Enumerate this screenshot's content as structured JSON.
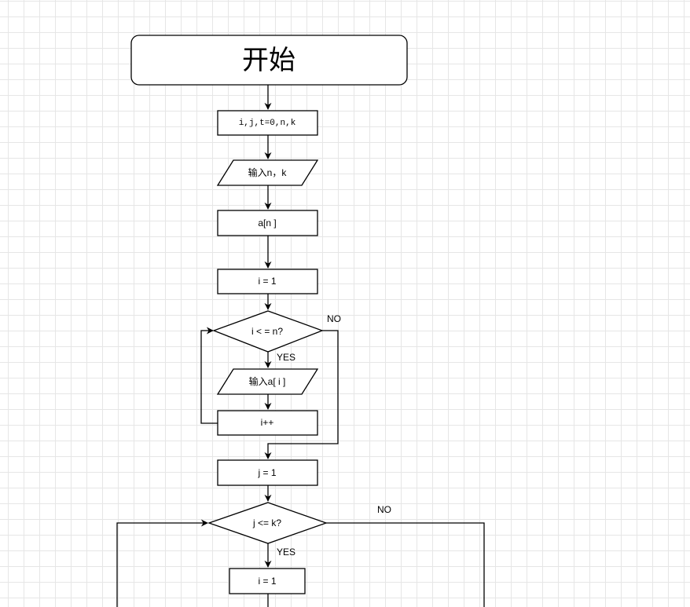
{
  "flowchart": {
    "start": "开始",
    "init_vars": "i,j,t=0,n,k",
    "input_nk": "输入n，k",
    "array_decl": "a[n ]",
    "init_i": "i = 1",
    "cond_i": "i < = n?",
    "input_ai": "输入a[ i ]",
    "incr_i": "i++",
    "init_j": "j = 1",
    "cond_j": "j  <=  k?",
    "reset_i": "i  =  1"
  },
  "edge_labels": {
    "cond_i_no": "NO",
    "cond_i_yes": "YES",
    "cond_j_no": "NO",
    "cond_j_yes": "YES"
  }
}
